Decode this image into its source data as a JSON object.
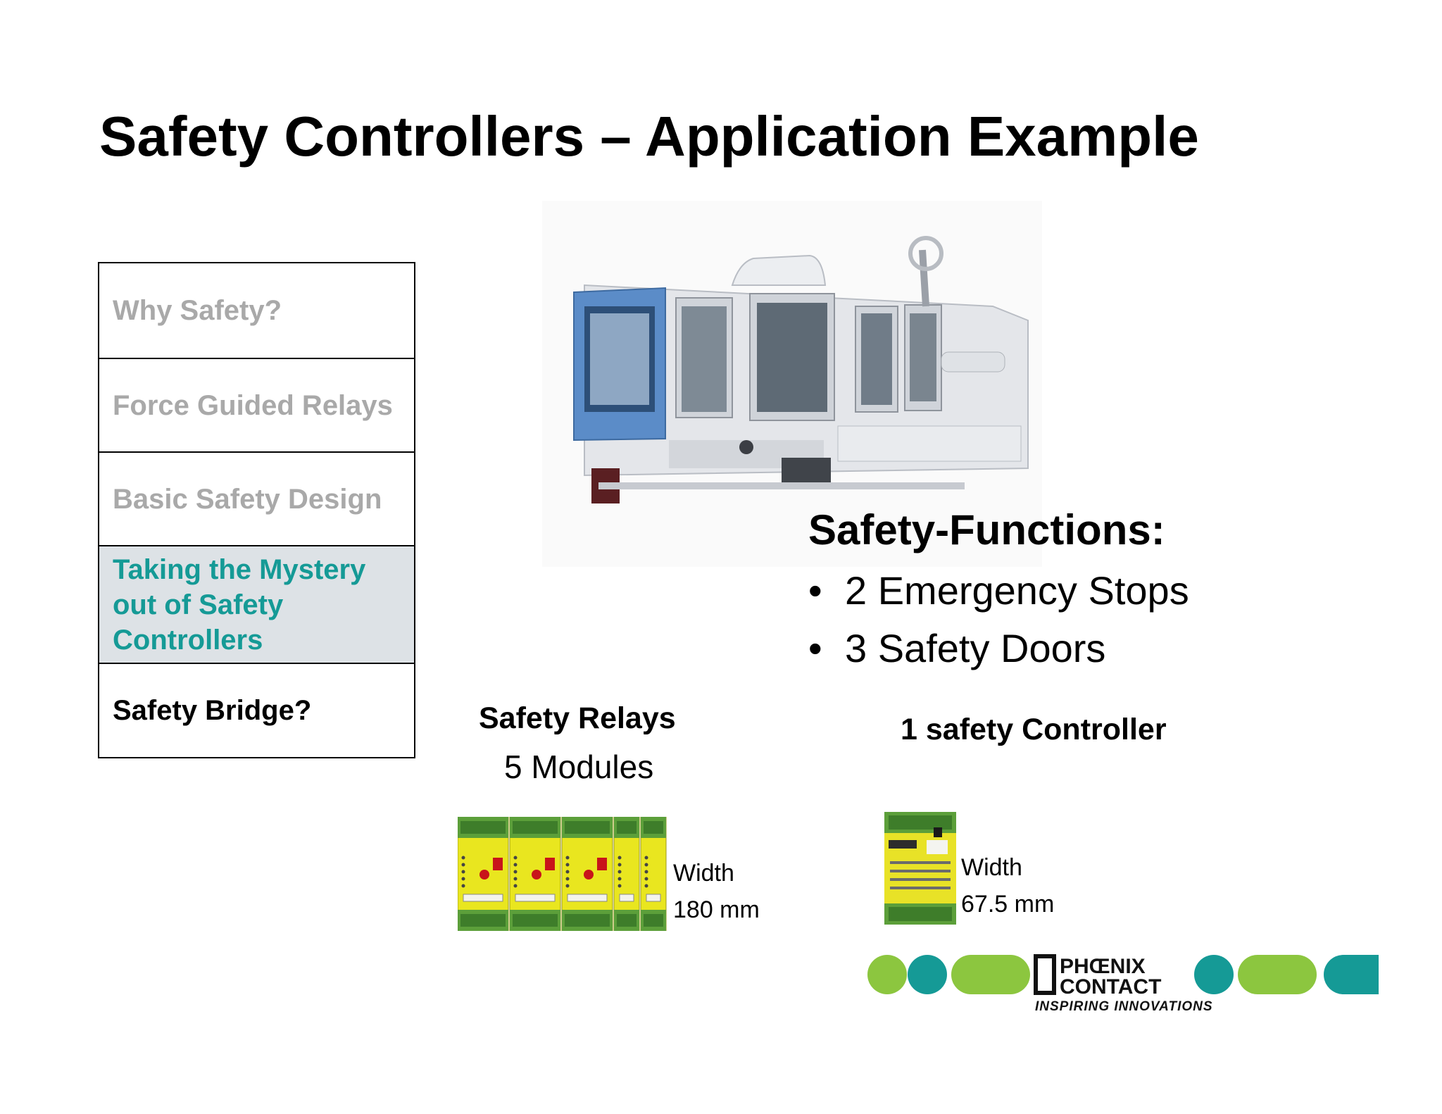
{
  "title": "Safety Controllers – Application Example",
  "nav": {
    "items": [
      {
        "label": "Why Safety?",
        "state": "inactive"
      },
      {
        "label": "Force Guided Relays",
        "state": "inactive"
      },
      {
        "label": "Basic Safety Design",
        "state": "inactive"
      },
      {
        "label": "Taking the Mystery out of Safety Controllers",
        "state": "active"
      },
      {
        "label": "Safety Bridge?",
        "state": "upcoming"
      }
    ]
  },
  "safety_functions": {
    "heading": "Safety-Functions:",
    "bullets": [
      "2 Emergency Stops",
      "3 Safety Doors"
    ]
  },
  "relays": {
    "heading": "Safety Relays",
    "subheading": "5 Modules",
    "width_label": "Width",
    "width_value": "180 mm"
  },
  "controller": {
    "heading": "1 safety Controller",
    "width_label": "Width",
    "width_value": "67.5 mm"
  },
  "brand": {
    "logo_text": [
      "PHŒNIX",
      "CONTACT"
    ],
    "tagline": "INSPIRING INNOVATIONS",
    "green": "#8cc63f",
    "teal": "#159a96"
  },
  "icons": {
    "machine": "injection-molding-machine-image",
    "relays": "safety-relay-modules-image",
    "controller": "safety-controller-module-image",
    "logo": "phoenix-contact-logo"
  },
  "colors": {
    "nav_active_bg": "#dde2e6",
    "nav_active_text": "#159a96",
    "nav_inactive_text": "#a9a9a9"
  }
}
